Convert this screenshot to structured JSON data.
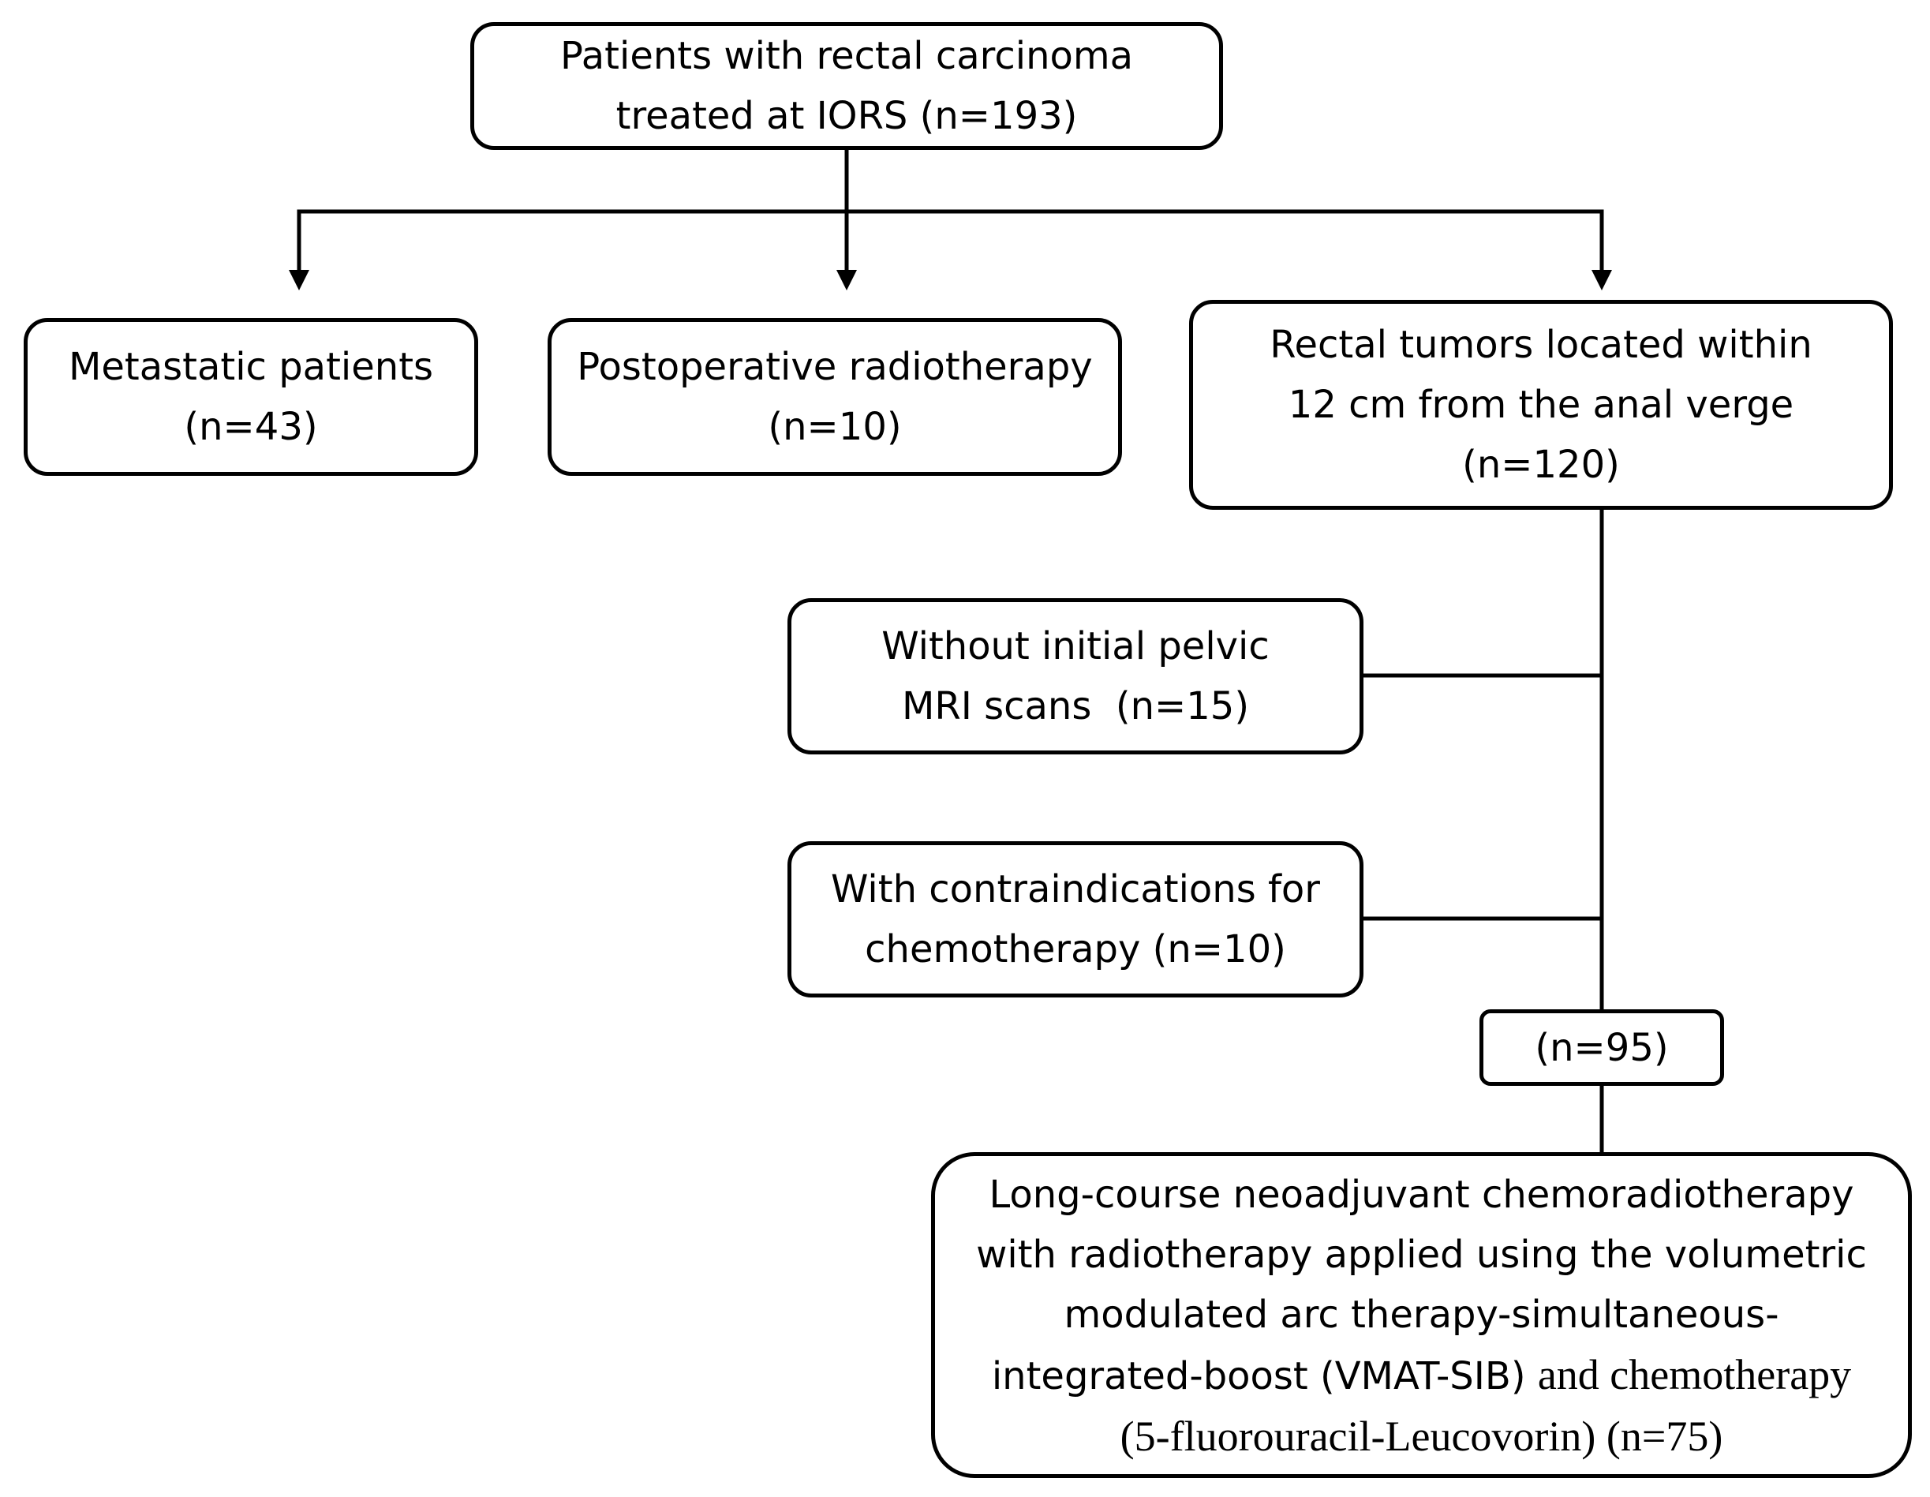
{
  "flowchart": {
    "root": {
      "line1": "Patients with rectal carcinoma",
      "line2": "treated at IORS (n=193)"
    },
    "metastatic": {
      "line1": "Metastatic patients",
      "line2": "(n=43)"
    },
    "postoperative": {
      "line1": "Postoperative radiotherapy",
      "line2": "(n=10)"
    },
    "rectal_tumors": {
      "line1": "Rectal tumors located within",
      "line2": "12 cm from the anal verge",
      "line3": "(n=120)"
    },
    "without_mri": {
      "line1": "Without initial pelvic",
      "line2": "MRI scans  (n=15)"
    },
    "contraindications": {
      "line1": "With contraindications for",
      "line2": "chemotherapy (n=10)"
    },
    "remaining": {
      "label": "(n=95)"
    },
    "final": {
      "line1": "Long-course neoadjuvant chemoradiotherapy",
      "line2": "with radiotherapy applied using the volumetric",
      "line3": "modulated arc therapy-simultaneous-",
      "line4a": "integrated-boost (VMAT-SIB) ",
      "line4b": "and chemotherapy",
      "line5": "(5-fluorouracil-Leucovorin) (n=75)"
    }
  }
}
